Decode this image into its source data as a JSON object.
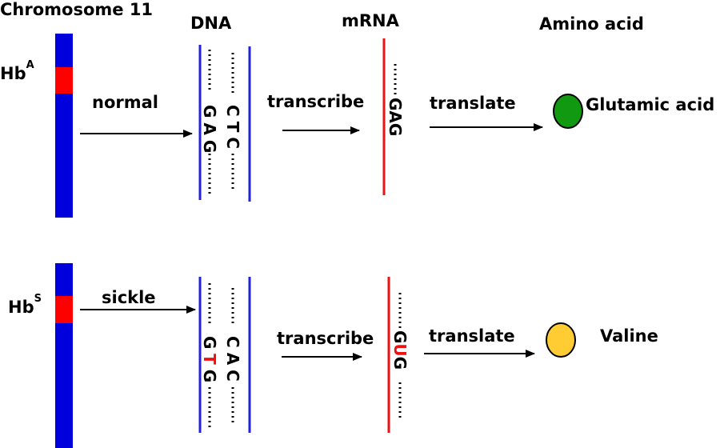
{
  "colors": {
    "chromosome": "#0000dd",
    "band": "#ff0000",
    "dna_strand": "#2222dd",
    "mrna_strand": "#ee1111",
    "mutation": "#ee1111",
    "glutamic_acid": "#119911",
    "valine": "#ffcc33",
    "arrow": "#000000"
  },
  "headers": {
    "chromosome": "Chromosome 11",
    "dna": "DNA",
    "mrna": "mRNA",
    "amino_acid": "Amino acid"
  },
  "rows": [
    {
      "id": "normal",
      "allele_base": "Hb",
      "allele_sup": "A",
      "process": "normal",
      "dna_template": {
        "pre": "G",
        "mid": "A",
        "post": "G",
        "mid_mutated": false
      },
      "dna_coding": [
        "C",
        "T",
        "C"
      ],
      "transcribe": "transcribe",
      "mrna": {
        "pre": "G",
        "mid": "A",
        "post": "G",
        "mid_mutated": false
      },
      "translate": "translate",
      "amino_acid": "Glutamic acid",
      "amino_icon": "green-circle-icon"
    },
    {
      "id": "sickle",
      "allele_base": "Hb",
      "allele_sup": "S",
      "process": "sickle",
      "dna_template": {
        "pre": "G",
        "mid": "T",
        "post": "G",
        "mid_mutated": true
      },
      "dna_coding": [
        "C",
        "A",
        "C"
      ],
      "transcribe": "transcribe",
      "mrna": {
        "pre": "G",
        "mid": "U",
        "post": "G",
        "mid_mutated": true
      },
      "translate": "translate",
      "amino_acid": "Valine",
      "amino_icon": "yellow-circle-icon"
    }
  ]
}
